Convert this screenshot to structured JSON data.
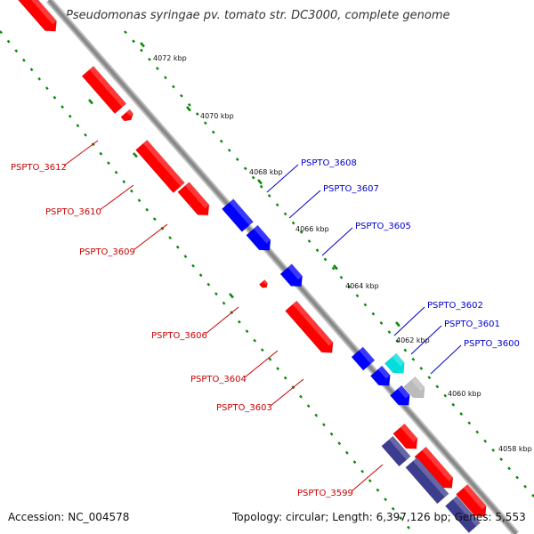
{
  "title": "Pseudomonas syringae pv. tomato str. DC3000, complete genome",
  "footer": {
    "accession_label": "Accession:",
    "accession": "NC_004578",
    "topology_label": "Topology:",
    "topology": "circular",
    "length_label": "Length:",
    "length": "6,397,126 bp",
    "genes_label": "Genes:",
    "genes": "5,553"
  },
  "colors": {
    "reverse_strand": "#ff0000",
    "forward_strand": "#0000ff",
    "rna": "#00dede",
    "other": "#bbbbbb",
    "hypothetical": "#3d3d8f",
    "backbone": "#888888",
    "tick": "#0a8a0a",
    "label_red": "#cc0000",
    "label_blue": "#0000cc"
  },
  "ticks": [
    "4072 kbp",
    "4070 kbp",
    "4068 kbp",
    "4066 kbp",
    "4064 kbp",
    "4062 kbp",
    "4060 kbp",
    "4058 kbp"
  ],
  "genes_left": [
    "PSPTO_3612",
    "PSPTO_3610",
    "PSPTO_3609",
    "PSPTO_3606",
    "PSPTO_3604",
    "PSPTO_3603",
    "PSPTO_3599"
  ],
  "genes_right": [
    "PSPTO_3608",
    "PSPTO_3607",
    "PSPTO_3605",
    "PSPTO_3602",
    "PSPTO_3601",
    "PSPTO_3600"
  ]
}
